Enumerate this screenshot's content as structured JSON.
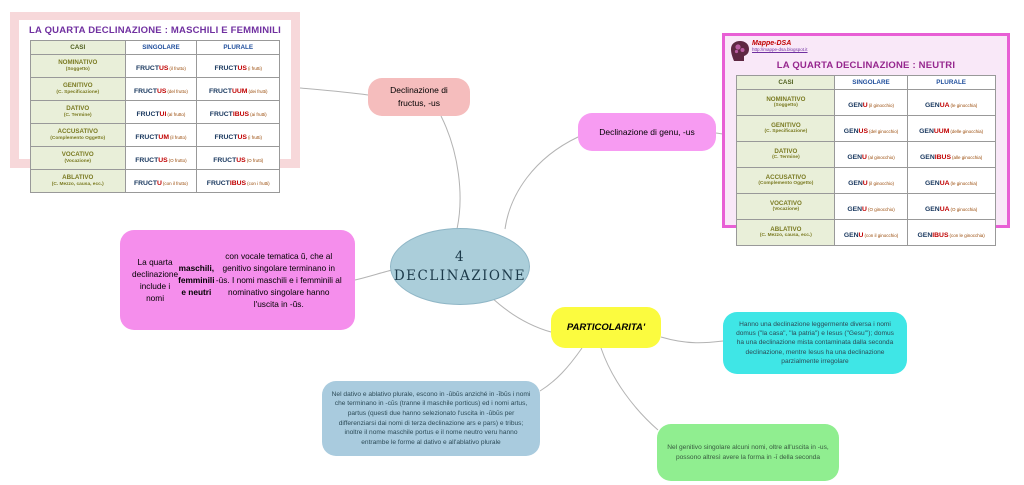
{
  "center_node": {
    "line1": "4",
    "line2": "DECLINAZIONE"
  },
  "nodes": {
    "fructus": {
      "text": "Declinazione di\nfructus, -us"
    },
    "genu": {
      "text": "Declinazione di genu, -us"
    },
    "intro": {
      "segments": [
        {
          "t": "La quarta declinazione include i nomi ",
          "b": false
        },
        {
          "t": "maschili, femminili e neutri",
          "b": true
        },
        {
          "t": " con vocale tematica ŭ, che al genitivo singolare terminano in -ūs. I nomi maschili e i femminili al nominativo singolare hanno l'uscita in -ŭs.",
          "b": false
        }
      ]
    },
    "particolarita": {
      "text": "PARTICOLARITA'"
    },
    "domus": {
      "text": "Hanno una declinazione leggermente diversa i nomi domus (\"la casa\", \"la patria\") e Iesus (\"Gesu'\"); domus ha una declinazione mista contaminata dalla seconda declinazione, mentre Iesus ha una declinazione parzialmente irregolare"
    },
    "dativo_ablativo": {
      "text": "Nel dativo e ablativo plurale, escono in -ŭbŭs anziché in -ĭbŭs i nomi che terminano in -cŭs (tranne il maschile porticus) ed i nomi artus, partus (questi due hanno selezionato l'uscita in -ŭbŭs per differenziarsi dai nomi di terza declinazione ars e pars) e tribus; inoltre il nome maschile portus e il nome neutro veru hanno entrambe le forme al dativo e all'ablativo plurale"
    },
    "genitivo": {
      "text": "Nel genitivo singolare alcuni nomi, oltre all'uscita in -us, possono altresì avere la forma in -ī della seconda"
    }
  },
  "left_table": {
    "title": "LA QUARTA DECLINAZIONE : MASCHILI E FEMMINILI",
    "headers": [
      "CASI",
      "SINGOLARE",
      "PLURALE"
    ],
    "rows": [
      {
        "case": "NOMINATIVO",
        "sub": "(Soggetto)",
        "s": [
          "FRUCT",
          "US",
          "(il frutto)"
        ],
        "p": [
          "FRUCT",
          "US",
          "(i frutti)"
        ]
      },
      {
        "case": "GENITIVO",
        "sub": "(C. Specificazione)",
        "s": [
          "FRUCT",
          "US",
          "(del frutto)"
        ],
        "p": [
          "FRUCT",
          "UUM",
          "(dei frutti)"
        ]
      },
      {
        "case": "DATIVO",
        "sub": "(C. Termine)",
        "s": [
          "FRUCT",
          "UI",
          "(al frutto)"
        ],
        "p": [
          "FRUCT",
          "IBUS",
          "(ai frutti)"
        ]
      },
      {
        "case": "ACCUSATIVO",
        "sub": "(Complemento Oggetto)",
        "s": [
          "FRUCT",
          "UM",
          "(il frutto)"
        ],
        "p": [
          "FRUCT",
          "US",
          "(i frutti)"
        ]
      },
      {
        "case": "VOCATIVO",
        "sub": "(Vocazione)",
        "s": [
          "FRUCT",
          "US",
          "(O frutto)"
        ],
        "p": [
          "FRUCT",
          "US",
          "(O frutti)"
        ]
      },
      {
        "case": "ABLATIVO",
        "sub": "(C. Mezzo, causa, ecc.)",
        "s": [
          "FRUCT",
          "U",
          "(con il frutto)"
        ],
        "p": [
          "FRUCT",
          "IBUS",
          "(con i frutti)"
        ]
      }
    ]
  },
  "right_table": {
    "logo": {
      "name": "Mappe-DSA",
      "tagline": "http://mappe-dsa.blogspot.it"
    },
    "title": "LA QUARTA DECLINAZIONE : NEUTRI",
    "headers": [
      "CASI",
      "SINGOLARE",
      "PLURALE"
    ],
    "rows": [
      {
        "case": "NOMINATIVO",
        "sub": "(Soggetto)",
        "s": [
          "GEN",
          "U",
          "(il ginocchio)"
        ],
        "p": [
          "GEN",
          "UA",
          "(le ginocchia)"
        ]
      },
      {
        "case": "GENITIVO",
        "sub": "(C. Specificazione)",
        "s": [
          "GEN",
          "US",
          "(del ginocchio)"
        ],
        "p": [
          "GEN",
          "UUM",
          "(delle ginocchia)"
        ]
      },
      {
        "case": "DATIVO",
        "sub": "(C. Termine)",
        "s": [
          "GEN",
          "U",
          "(al ginocchio)"
        ],
        "p": [
          "GEN",
          "IBUS",
          "(alle ginocchia)"
        ]
      },
      {
        "case": "ACCUSATIVO",
        "sub": "(Complemento Oggetto)",
        "s": [
          "GEN",
          "U",
          "(il ginocchio)"
        ],
        "p": [
          "GEN",
          "UA",
          "(le ginocchia)"
        ]
      },
      {
        "case": "VOCATIVO",
        "sub": "(Vocazione)",
        "s": [
          "GEN",
          "U",
          "(O ginocchio)"
        ],
        "p": [
          "GEN",
          "UA",
          "(O ginocchia)"
        ]
      },
      {
        "case": "ABLATIVO",
        "sub": "(C. Mezzo, causa, ecc.)",
        "s": [
          "GEN",
          "U",
          "(con il ginocchio)"
        ],
        "p": [
          "GEN",
          "IBUS",
          "(con le ginocchia)"
        ]
      }
    ]
  },
  "colors": {
    "center_fill": "#abceda",
    "fructus_fill": "#f5bdbd",
    "genu_fill": "#f79bf2",
    "intro_fill": "#f58eec",
    "particolarita_fill": "#fbfb3f",
    "domus_fill": "#3fe6e6",
    "dativo_fill": "#a9cbde",
    "genitivo_fill": "#90ee90",
    "left_frame": "#f7d8da",
    "right_frame": "#e85fd5",
    "title_purple": "#7030a0",
    "latin_blue": "#17365d",
    "ending_red": "#c00000"
  }
}
